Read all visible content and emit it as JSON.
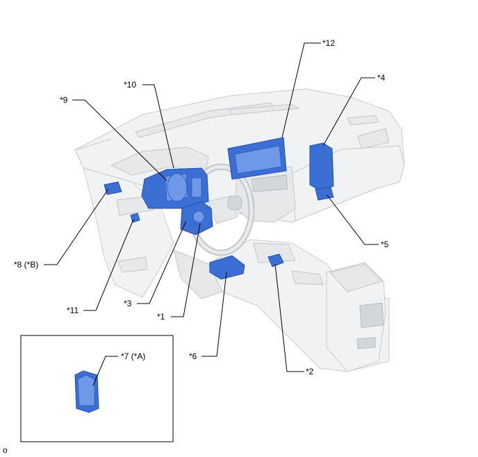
{
  "callouts": [
    {
      "id": "c1",
      "text": "*1"
    },
    {
      "id": "c2",
      "text": "*2"
    },
    {
      "id": "c3",
      "text": "*3"
    },
    {
      "id": "c4",
      "text": "*4"
    },
    {
      "id": "c5",
      "text": "*5"
    },
    {
      "id": "c6",
      "text": "*6"
    },
    {
      "id": "c7",
      "text": "*7 (*A)"
    },
    {
      "id": "c8",
      "text": "*8 (*B)"
    },
    {
      "id": "c9",
      "text": "*9"
    },
    {
      "id": "c10",
      "text": "*10"
    },
    {
      "id": "c11",
      "text": "*11"
    },
    {
      "id": "c12",
      "text": "*12"
    }
  ],
  "corner_mark": "o",
  "colors": {
    "part_fill": "#3b6fd4",
    "part_outline": "#1f4fb0",
    "body_fill": "#f1f2f3",
    "body_outline": "#c8cacc"
  }
}
